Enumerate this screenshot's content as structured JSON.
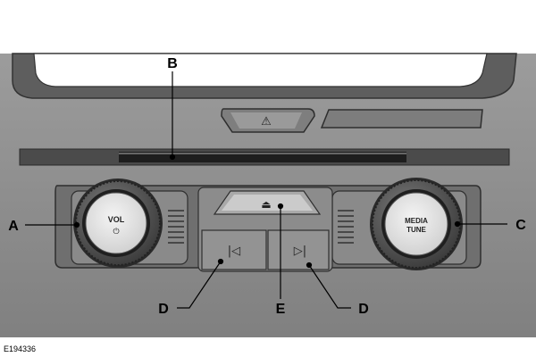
{
  "figure_code": "E194336",
  "callouts": {
    "a": "A",
    "b": "B",
    "c": "C",
    "d_left": "D",
    "e": "E",
    "d_right": "D"
  },
  "controls": {
    "volume_knob": {
      "label": "VOL",
      "icon": "power-icon"
    },
    "media_knob": {
      "label_line1": "MEDIA",
      "label_line2": "TUNE"
    },
    "hazard_button": {
      "icon": "hazard-triangle-icon"
    },
    "eject_button": {
      "icon": "eject-icon"
    },
    "seek_back_button": {
      "icon": "skip-back-icon"
    },
    "seek_forward_button": {
      "icon": "skip-forward-icon"
    },
    "disc_slot": {
      "icon": "cd-slot"
    }
  },
  "colors": {
    "panel": "#8f8f8f",
    "panel_dark": "#6f6f6f",
    "knob_dark": "#4a4a4a",
    "knob_face": "#eeeeee"
  }
}
